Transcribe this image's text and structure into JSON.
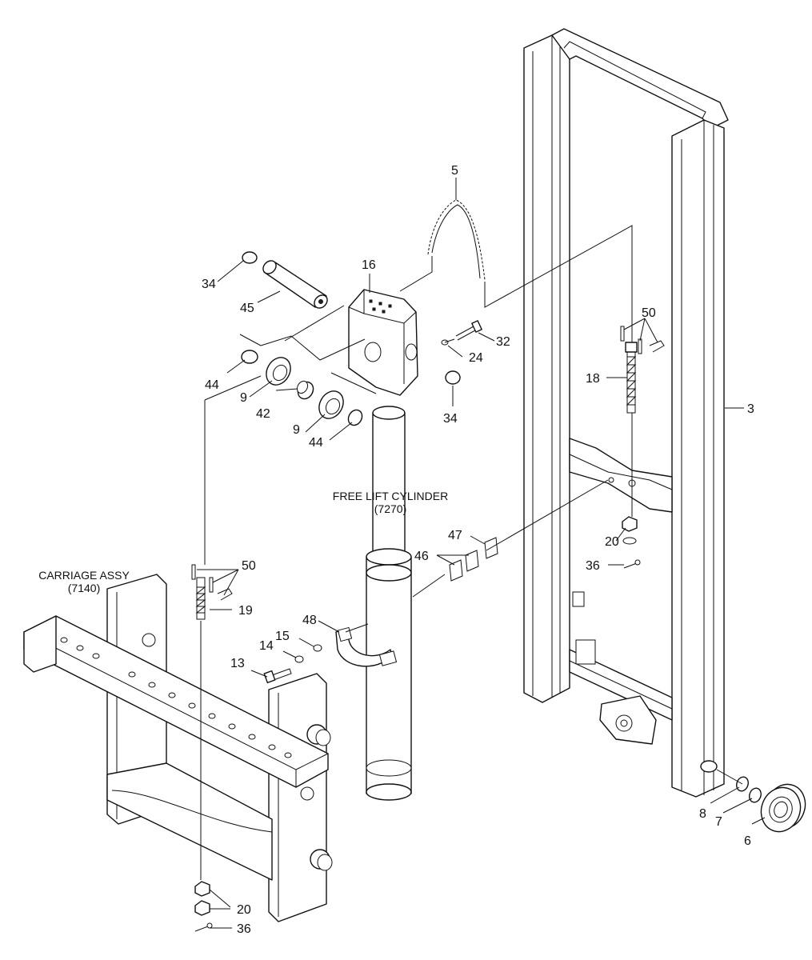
{
  "labels": {
    "mast_upright": "3",
    "chain": "5",
    "roller": "6",
    "washer_7": "7",
    "washer_8": "8",
    "sheave_upper": "9",
    "sheave_lower": "9",
    "bolt_13": "13",
    "washer_14": "14",
    "washer_15": "15",
    "bracket_16": "16",
    "anchor_bolt_18": "18",
    "anchor_bolt_19": "19",
    "nut_20_upper": "20",
    "nut_20_lower": "20",
    "washer_24": "24",
    "bolt_32": "32",
    "snap_ring_34_upper": "34",
    "snap_ring_34_lower": "34",
    "cotter_36_upper": "36",
    "cotter_36_lower": "36",
    "bushing_42": "42",
    "shim_44_upper": "44",
    "shim_44_lower": "44",
    "pin_45": "45",
    "shim_46": "46",
    "shim_47": "47",
    "clamp_48": "48",
    "pin_50_upper": "50",
    "pin_50_lower": "50"
  },
  "captions": {
    "free_lift_cylinder_name": "FREE LIFT CYLINDER",
    "free_lift_cylinder_ref": "(7270)",
    "carriage_assy_name": "CARRIAGE ASSY",
    "carriage_assy_ref": "(7140)"
  }
}
